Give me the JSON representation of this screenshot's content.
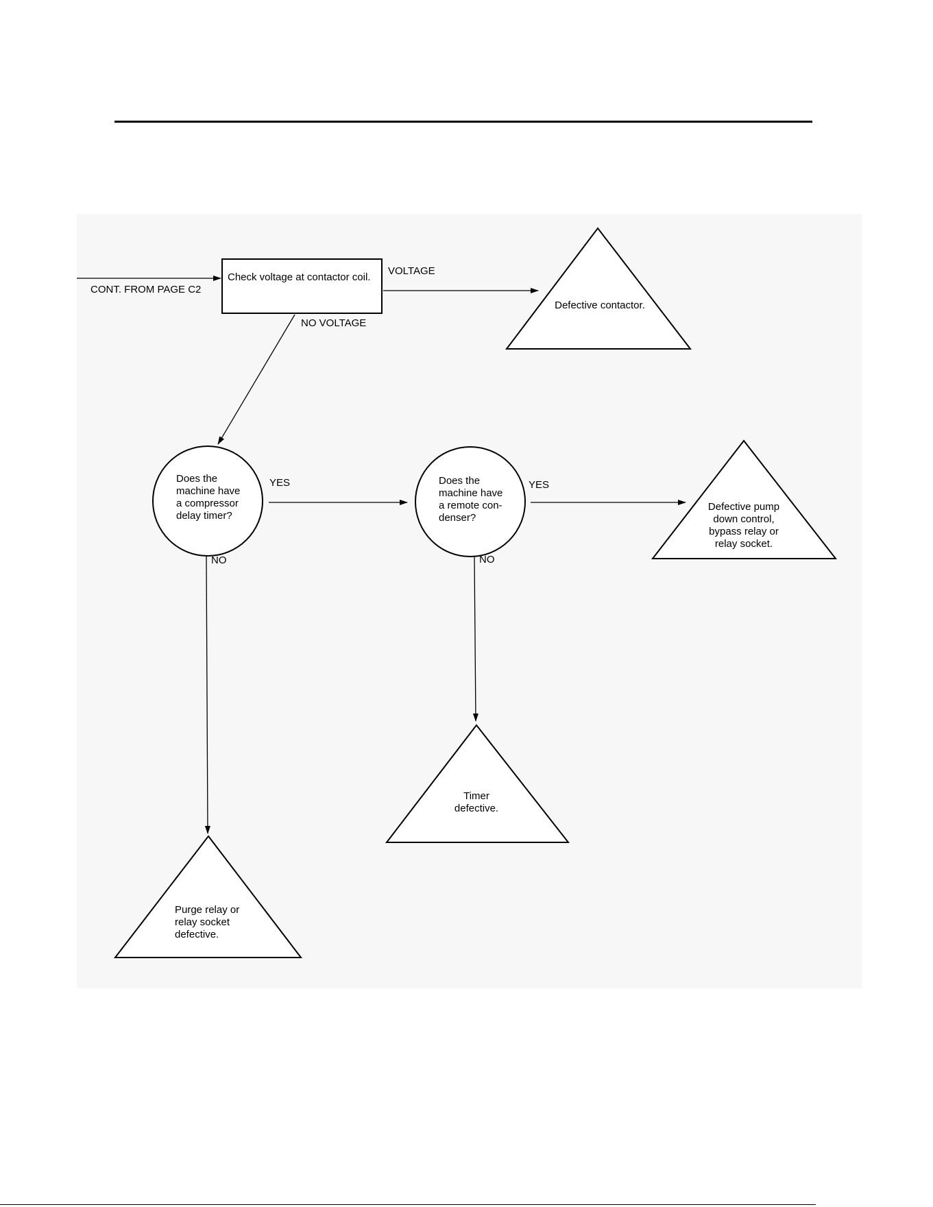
{
  "nodes": {
    "check_voltage": "Check voltage at contactor coil.",
    "defective_contactor": "Defective contactor.",
    "q_delay_timer": "Does the\nmachine have\na compressor\ndelay timer?",
    "q_remote_condenser": "Does the\nmachine have\na remote con-\ndenser?",
    "defective_pump_down": "Defective pump\ndown control,\nbypass relay or\nrelay socket.",
    "timer_defective": "Timer\ndefective.",
    "purge_relay": "Purge relay or\nrelay socket\ndefective."
  },
  "labels": {
    "cont_from": "CONT. FROM PAGE C2",
    "voltage": "VOLTAGE",
    "no_voltage": "NO VOLTAGE",
    "yes_1": "YES",
    "yes_2": "YES",
    "no_1": "NO",
    "no_2": "NO"
  }
}
